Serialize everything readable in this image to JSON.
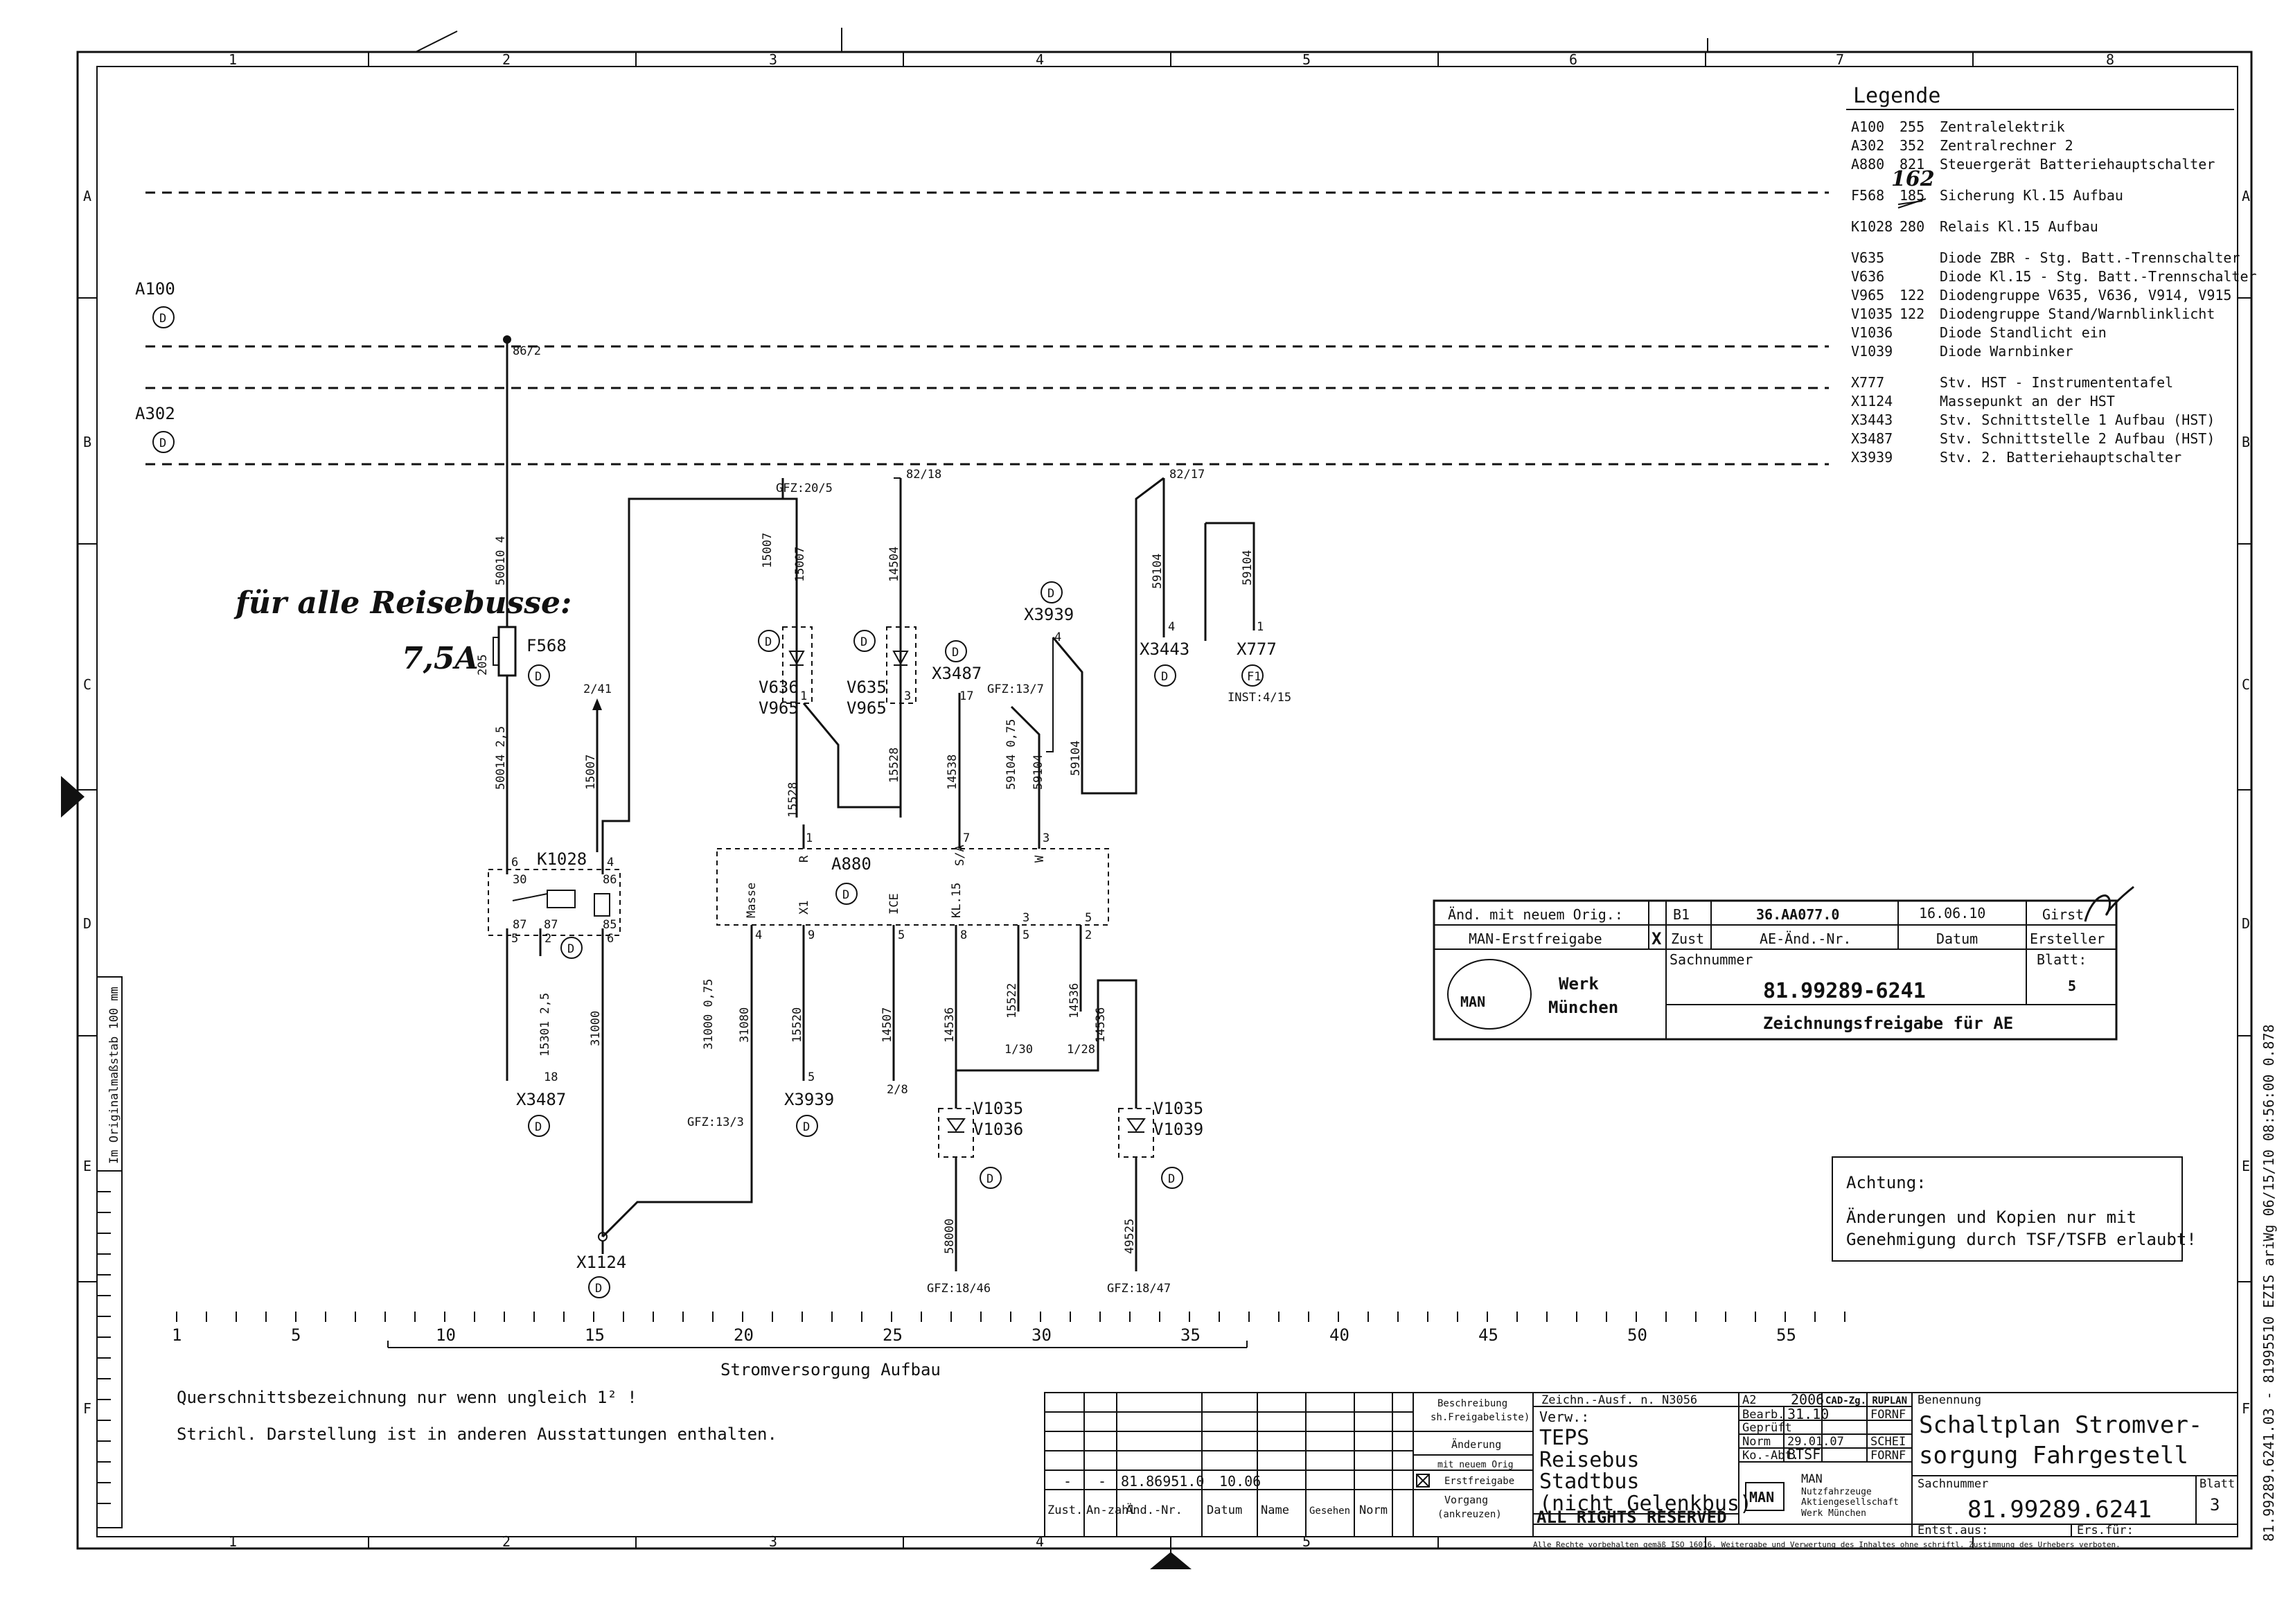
{
  "grid": {
    "columns": [
      "1",
      "2",
      "3",
      "4",
      "5",
      "6",
      "7",
      "8"
    ],
    "rows": [
      "A",
      "B",
      "C",
      "D",
      "E",
      "F"
    ]
  },
  "legend": {
    "title": "Legende",
    "entries": [
      {
        "code": "A100",
        "num": "255",
        "desc": "Zentralelektrik"
      },
      {
        "code": "A302",
        "num": "352",
        "desc": "Zentralrechner 2"
      },
      {
        "code": "A880",
        "num": "821",
        "desc": "Steuergerät Batteriehauptschalter"
      },
      {
        "code": "F568",
        "num": "185",
        "desc": "Sicherung Kl.15 Aufbau"
      },
      {
        "code": "K1028",
        "num": "280",
        "desc": "Relais Kl.15 Aufbau"
      },
      {
        "code": "V635",
        "num": "",
        "desc": "Diode ZBR - Stg. Batt.-Trennschalter"
      },
      {
        "code": "V636",
        "num": "",
        "desc": "Diode Kl.15 - Stg. Batt.-Trennschalter"
      },
      {
        "code": "V965",
        "num": "122",
        "desc": "Diodengruppe V635, V636, V914, V915"
      },
      {
        "code": "V1035",
        "num": "122",
        "desc": "Diodengruppe Stand/Warnblinklicht"
      },
      {
        "code": "V1036",
        "num": "",
        "desc": "Diode Standlicht ein"
      },
      {
        "code": "V1039",
        "num": "",
        "desc": "Diode Warnbinker"
      },
      {
        "code": "X777",
        "num": "",
        "desc": "Stv. HST - Instrumententafel"
      },
      {
        "code": "X1124",
        "num": "",
        "desc": "Massepunkt an der HST"
      },
      {
        "code": "X3443",
        "num": "",
        "desc": "Stv. Schnittstelle 1 Aufbau (HST)"
      },
      {
        "code": "X3487",
        "num": "",
        "desc": "Stv. Schnittstelle 2 Aufbau (HST)"
      },
      {
        "code": "X3939",
        "num": "",
        "desc": "Stv. 2. Batteriehauptschalter"
      }
    ],
    "handwritten_correction": "162"
  },
  "handwritten": {
    "note": "für alle Reisebusse:",
    "fuse_value": "7,5A"
  },
  "components": {
    "a100": "A100",
    "a302": "A302",
    "d": "D",
    "f1": "F1",
    "f568": "F568",
    "k1028": "K1028",
    "a880": "A880",
    "v636": "V636",
    "v635": "V635",
    "v965": "V965",
    "v1035": "V1035",
    "v1036": "V1036",
    "v1039": "V1039",
    "x3487": "X3487",
    "x3939": "X3939",
    "x3443": "X3443",
    "x777": "X777",
    "x1124": "X1124"
  },
  "wires": {
    "w50010": "50010 4",
    "w50014": "50014 2,5",
    "w15007a": "15007",
    "w15007b": "15007",
    "w15007c": "15007",
    "w14504": "14504",
    "w59104a": "59104",
    "w59104b": "59104",
    "w59104c": "59104",
    "w59104d": "59104 0,75",
    "w15528a": "15528",
    "w15528b": "15528",
    "w14538": "14538",
    "w15301": "15301 2,5",
    "w31000a": "31000",
    "w31000b": "31000 0,75",
    "w31080": "31080",
    "w15520": "15520",
    "w14507": "14507",
    "w14536a": "14536",
    "w14536b": "14536",
    "w14536c": "14536",
    "w15522": "15522",
    "w58000": "58000",
    "w49525": "49525"
  },
  "refs": {
    "r86_2": "86/2",
    "r82_18": "82/18",
    "r82_17": "82/17",
    "gfz20_5": "GFZ:20/5",
    "gfz13_7": "GFZ:13/7",
    "gfz13_3": "GFZ:13/3",
    "gfz18_46": "GFZ:18/46",
    "gfz18_47": "GFZ:18/47",
    "inst4_15": "INST:4/15",
    "r2_41": "2/41",
    "r2_8": "2/8",
    "r1_30": "1/30",
    "r1_28": "1/28"
  },
  "pins": {
    "p4": "4",
    "p1": "1",
    "p2": "2",
    "p3": "3",
    "p5": "5",
    "p6": "6",
    "p7": "7",
    "p8": "8",
    "p9": "9",
    "p17": "17",
    "p18": "18",
    "p85": "85",
    "p86": "86",
    "p87": "87",
    "p30": "30",
    "pin_r": "R",
    "pin_sa": "S/A",
    "pin_w": "W",
    "pin_masse": "Masse",
    "pin_x1": "X1",
    "pin_ice": "ICE",
    "pin_kl15": "KL.15",
    "pin_205": "205"
  },
  "scale": {
    "ticks": [
      "1",
      "5",
      "10",
      "15",
      "20",
      "25",
      "30",
      "35",
      "40",
      "45",
      "50",
      "55"
    ],
    "caption": "Stromversorgung Aufbau"
  },
  "notes": {
    "line1": "Querschnittsbezeichnung nur wenn ungleich 1² !",
    "line2": "Strichl. Darstellung ist in anderen Ausstattungen enthalten."
  },
  "attention": {
    "title": "Achtung:",
    "line1": "Änderungen und Kopien nur mit",
    "line2": "Genehmigung durch TSF/TSFB erlaubt!"
  },
  "release": {
    "r1c1": "Änd. mit neuem Orig.:",
    "r1c2": "B1",
    "r1c3": "36.AA077.0",
    "r1c4": "16.06.10",
    "r1c5": "Girst",
    "r2c1": "MAN-Erstfreigabe",
    "r2x": "X",
    "r2c2": "Zust",
    "r2c3": "AE-Änd.-Nr.",
    "r2c4": "Datum",
    "r2c5": "Ersteller",
    "werk": "Werk",
    "muenchen": "München",
    "sach_label": "Sachnummer",
    "sach": "81.99289-6241",
    "blatt_label": "Blatt:",
    "blatt": "5",
    "freigabe": "Zeichnungsfreigabe für AE",
    "logo": "MAN"
  },
  "titleblock": {
    "rev_a": "-",
    "rev_b": "-",
    "rev_nr": "81.86951.0",
    "rev_date": "10.06",
    "col_zust": "Zust.",
    "col_anzahl": "An-zahl",
    "col_aend": "Änd.-Nr.",
    "col_datum": "Datum",
    "col_name": "Name",
    "col_gesehen": "Gesehen",
    "col_norm": "Norm",
    "desc_beschr": "Beschreibung",
    "desc_freig": "sh.Freigabeliste)",
    "desc_aend": "Änderung",
    "desc_mit": "mit neuem Orig",
    "desc_erst": "Erstfreigabe",
    "desc_vorgang": "Vorgang",
    "desc_ankreuzen": "(ankreuzen)",
    "zeichn": "Zeichn.-Ausf. n. N3056",
    "a2": "A2",
    "year": "2006",
    "cad": "CAD-Zg. RUPLAN",
    "verw": "Verw.:",
    "teps": "TEPS",
    "reisebus": "Reisebus",
    "stadtbus": "Stadtbus",
    "gelenk": "(nicht Gelenkbus)",
    "rights": "ALL RIGHTS RESERVED",
    "bearb": "Bearb.",
    "bearb_d": "31.10",
    "bearb_n": "FORNF",
    "gepr": "Geprüft",
    "norm": "Norm",
    "norm_d": "29.01.07",
    "norm_n": "SCHEI",
    "koabt": "Ko.-Abt.",
    "koabt_v": "BTSF",
    "koabt_n": "FORNF",
    "benennung": "Benennung",
    "title1": "Schaltplan Stromver-",
    "title2": "sorgung Fahrgestell",
    "sachnr_label": "Sachnummer",
    "sachnr": "81.99289.6241",
    "blatt": "Blatt",
    "blatt_v": "3",
    "man1": "MAN",
    "man2": "Nutzfahrzeuge",
    "man3": "Aktiengesellschaft",
    "man4": "Werk München",
    "entst": "Entst.aus:",
    "ersfuer": "Ers.für:",
    "footer": "Alle Rechte vorbehalten gemäß ISO 16016. Weitergabe und Verwertung des Inhaltes ohne schriftl. Zustimmung des Urhebers verboten."
  },
  "side_text": {
    "gauge": "Im Originalmaßstab 100 mm",
    "right": "81.99289.6241.03 - 81995510 EZIS ariWg 06/15/10 08:56:00 0.878"
  }
}
